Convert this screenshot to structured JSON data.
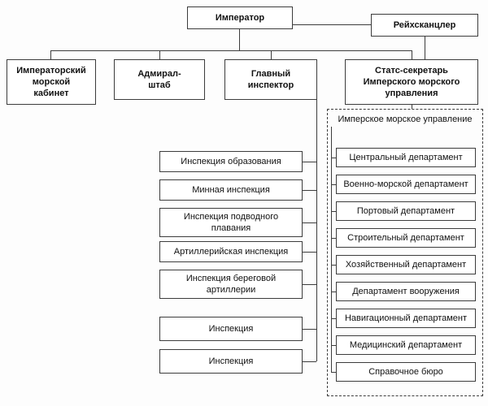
{
  "diagram": {
    "type": "org-chart",
    "nodes": {
      "emperor": "Император",
      "chancellor": "Рейхсканцлер",
      "cabinet": "Императорский\nморской\nкабинет",
      "admiral_staff": "Адмирал-\nштаб",
      "chief_inspector": "Главный\nинспектор",
      "state_secretary": "Статс-секретарь\nИмперского морского\nуправления"
    },
    "inspections": [
      "Инспекция образования",
      "Минная инспекция",
      "Инспекция подводного\nплавания",
      "Артиллерийская инспекция",
      "Инспекция береговой\nартиллерии",
      "Инспекция",
      "Инспекция"
    ],
    "naval_office": {
      "label": "Имперское морское управление",
      "departments": [
        "Центральный департамент",
        "Военно-морской департамент",
        "Портовый департамент",
        "Строительный департамент",
        "Хозяйственный департамент",
        "Департамент вооружения",
        "Навигационный департамент",
        "Медицинский департамент",
        "Справочное бюро"
      ]
    },
    "line_color": "#3c3c3c"
  }
}
